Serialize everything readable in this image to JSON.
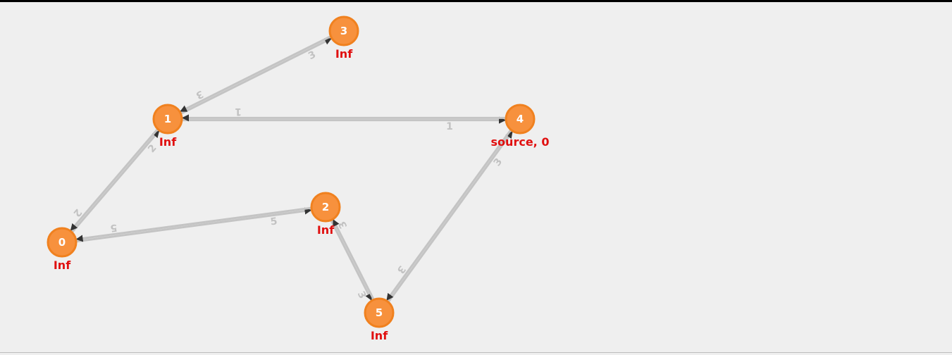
{
  "graph": {
    "colors": {
      "background": "#efefef",
      "edge": "#c4c4c4",
      "arrow": "#333333",
      "vertex_fill": "#f7913d",
      "vertex_stroke": "#f0811f",
      "vertex_text": "#ffffff",
      "caption": "#e01010",
      "weight_label": "#c2c2c2"
    },
    "vertices": [
      {
        "id": "0",
        "caption": "Inf"
      },
      {
        "id": "1",
        "caption": "Inf"
      },
      {
        "id": "2",
        "caption": "Inf"
      },
      {
        "id": "3",
        "caption": "Inf"
      },
      {
        "id": "4",
        "caption": "source, 0"
      },
      {
        "id": "5",
        "caption": "Inf"
      }
    ],
    "edges": [
      {
        "from": "1",
        "to": "3",
        "weight": "3"
      },
      {
        "from": "3",
        "to": "1",
        "weight": "3"
      },
      {
        "from": "1",
        "to": "4",
        "weight": "1"
      },
      {
        "from": "4",
        "to": "1",
        "weight": "1"
      },
      {
        "from": "0",
        "to": "1",
        "weight": "2"
      },
      {
        "from": "1",
        "to": "0",
        "weight": "2"
      },
      {
        "from": "0",
        "to": "2",
        "weight": "5"
      },
      {
        "from": "2",
        "to": "0",
        "weight": "5"
      },
      {
        "from": "2",
        "to": "5",
        "weight": "3"
      },
      {
        "from": "5",
        "to": "2",
        "weight": "3"
      },
      {
        "from": "5",
        "to": "4",
        "weight": "3"
      },
      {
        "from": "4",
        "to": "5",
        "weight": "3"
      }
    ]
  }
}
